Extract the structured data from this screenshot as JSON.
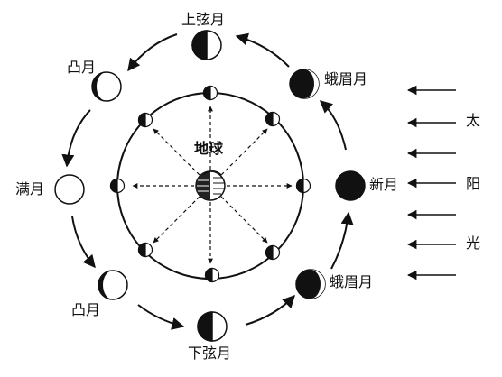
{
  "labels": {
    "first_quarter": "上弦月",
    "waxing_crescent": "蛾眉月",
    "new_moon": "新月",
    "waning_crescent": "蛾眉月",
    "last_quarter": "下弦月",
    "gibbous_upper": "凸月",
    "gibbous_lower": "凸月",
    "full_moon": "满月",
    "earth": "地球",
    "sunlight_1": "太",
    "sunlight_2": "阳",
    "sunlight_3": "光"
  }
}
